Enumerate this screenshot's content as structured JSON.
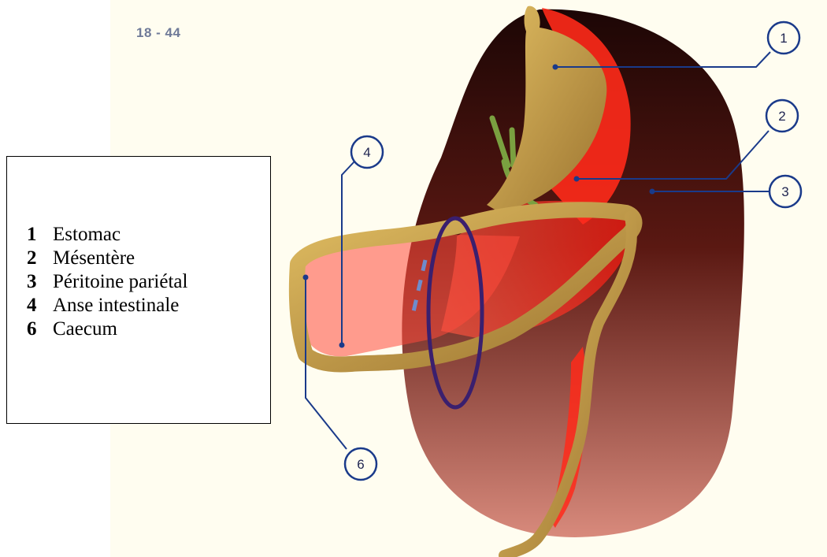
{
  "figure_id": "18 - 44",
  "callouts": [
    "1",
    "2",
    "3",
    "4",
    "6"
  ],
  "legend": [
    {
      "number": "1",
      "label": "Estomac"
    },
    {
      "number": "2",
      "label": "Mésentère"
    },
    {
      "number": "3",
      "label": "Péritoine pariétal"
    },
    {
      "number": "4",
      "label": "Anse intestinale"
    },
    {
      "number": "6",
      "label": "Caecum"
    }
  ],
  "colors": {
    "background": "#fffdf0",
    "peritoneum_dark": "#2a0a08",
    "peritoneum_light": "#c86a5e",
    "mesentery_red": "#ff2a1a",
    "intestine": "#c9a048",
    "leader_lines": "#1a3a8a",
    "ring": "#3a1f6e"
  }
}
